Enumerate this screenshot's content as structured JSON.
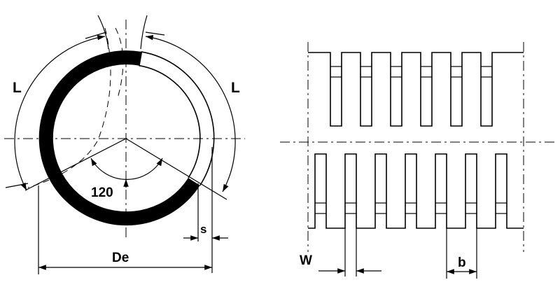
{
  "labels": {
    "arc_length_left": "L",
    "arc_length_right": "L",
    "angle": "120",
    "gap": "s",
    "outer_diameter": "De",
    "width": "W",
    "pitch": "b"
  },
  "colors": {
    "line": "#000000",
    "background": "#ffffff",
    "segment_fill": "#000000"
  }
}
